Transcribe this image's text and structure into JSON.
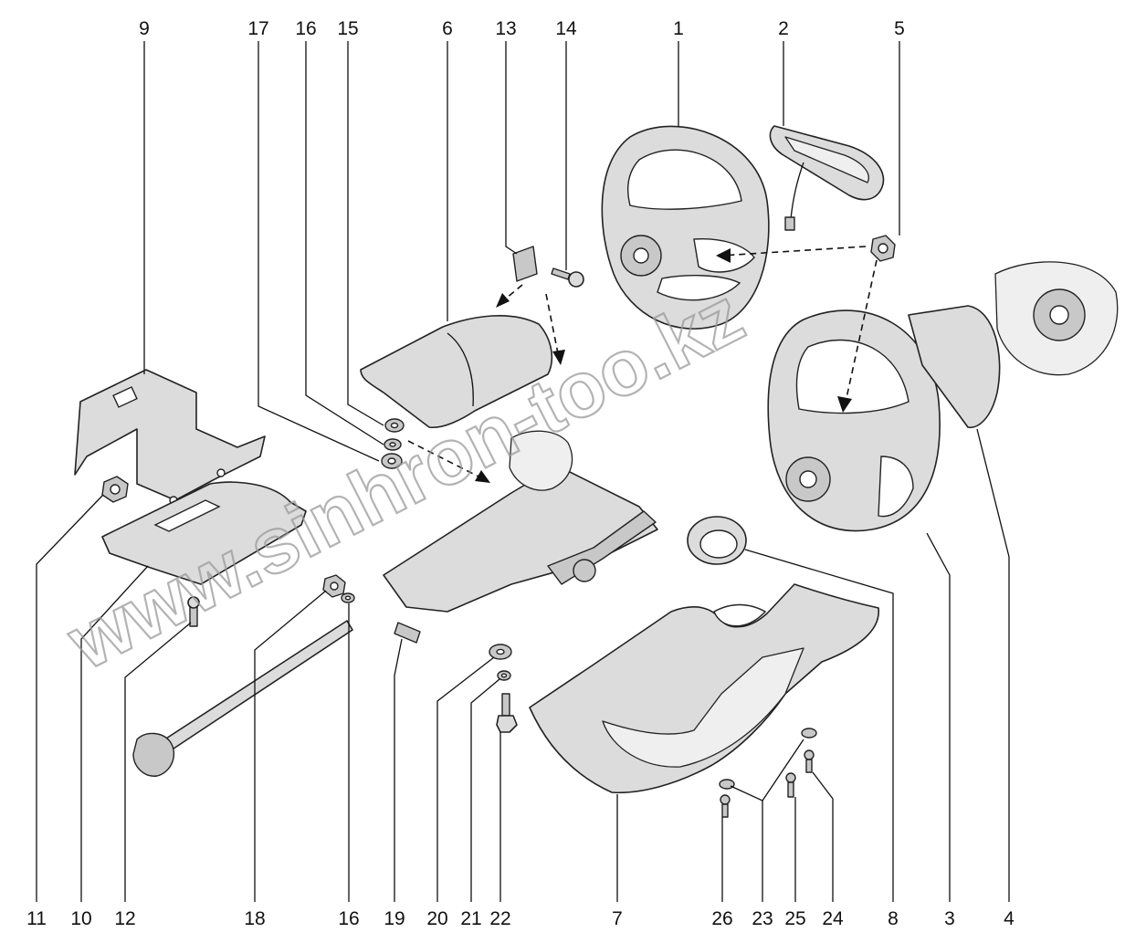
{
  "watermark": "www.sinhron-too.kz",
  "callouts": [
    {
      "id": "1",
      "label": "1"
    },
    {
      "id": "2",
      "label": "2"
    },
    {
      "id": "5",
      "label": "5"
    },
    {
      "id": "6",
      "label": "6"
    },
    {
      "id": "9",
      "label": "9"
    },
    {
      "id": "13",
      "label": "13"
    },
    {
      "id": "14",
      "label": "14"
    },
    {
      "id": "15",
      "label": "15"
    },
    {
      "id": "16t",
      "label": "16"
    },
    {
      "id": "17",
      "label": "17"
    },
    {
      "id": "11",
      "label": "11"
    },
    {
      "id": "10",
      "label": "10"
    },
    {
      "id": "12",
      "label": "12"
    },
    {
      "id": "18",
      "label": "18"
    },
    {
      "id": "16b",
      "label": "16"
    },
    {
      "id": "19",
      "label": "19"
    },
    {
      "id": "20",
      "label": "20"
    },
    {
      "id": "21",
      "label": "21"
    },
    {
      "id": "22",
      "label": "22"
    },
    {
      "id": "7",
      "label": "7"
    },
    {
      "id": "26",
      "label": "26"
    },
    {
      "id": "23",
      "label": "23"
    },
    {
      "id": "25",
      "label": "25"
    },
    {
      "id": "24",
      "label": "24"
    },
    {
      "id": "8",
      "label": "8"
    },
    {
      "id": "3",
      "label": "3"
    },
    {
      "id": "4",
      "label": "4"
    }
  ]
}
